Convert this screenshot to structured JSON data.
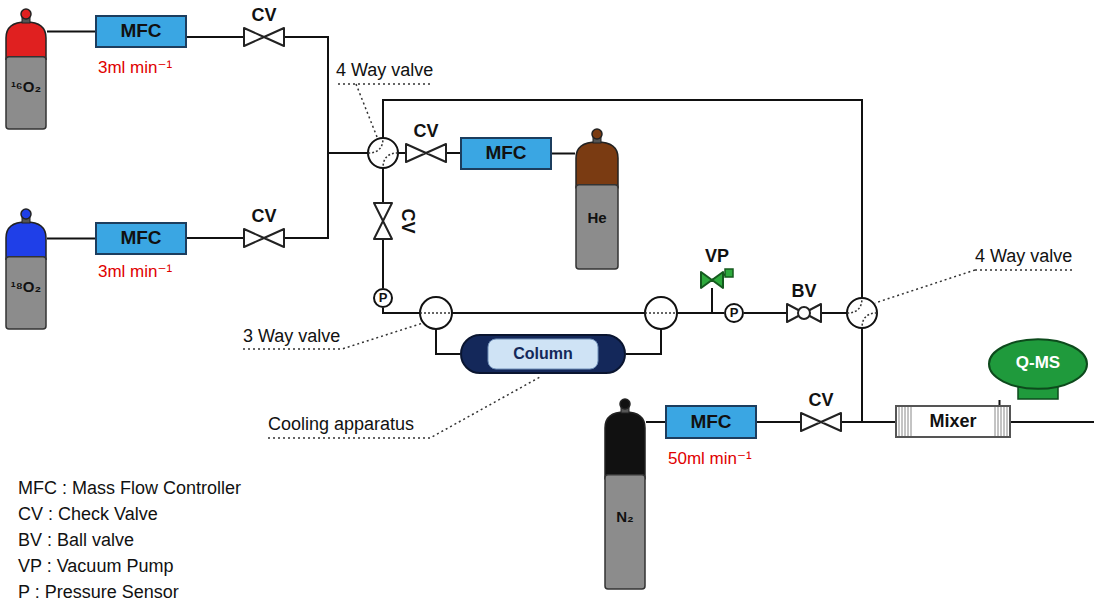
{
  "diagram": {
    "nodes": [
      {
        "text": [
          "¹⁶O₂"
        ]
      },
      {
        "text": [
          "MFC"
        ]
      },
      {
        "text": [
          "CV"
        ]
      },
      {
        "text": [
          "¹⁸O₂"
        ]
      },
      {
        "text": [
          "MFC"
        ]
      },
      {
        "text": [
          "CV"
        ]
      },
      {
        "text": [
          "CV"
        ]
      },
      {
        "text": [
          "MFC"
        ]
      },
      {
        "text": [
          "He"
        ]
      },
      {
        "text": [
          "CV"
        ]
      },
      {
        "text": [
          "VP"
        ]
      },
      {
        "text": [
          "P"
        ]
      },
      {
        "text": [
          "Column"
        ]
      },
      {
        "text": [
          "P"
        ]
      },
      {
        "text": [
          "BV"
        ]
      },
      {
        "text": [
          "N₂"
        ]
      },
      {
        "text": [
          "MFC"
        ]
      },
      {
        "text": [
          "CV"
        ]
      },
      {
        "text": [
          "Mixer"
        ]
      },
      {
        "text": [
          "Q-MS"
        ]
      }
    ],
    "edges": [
      {
        "from": 0,
        "to": 1,
        "arrow": "none"
      },
      {
        "from": 1,
        "to": 2,
        "arrow": "none"
      },
      {
        "from": 3,
        "to": 4,
        "arrow": "none"
      },
      {
        "from": 4,
        "to": 5,
        "arrow": "none"
      },
      {
        "from": 8,
        "to": 7,
        "arrow": "none"
      },
      {
        "from": 7,
        "to": 6,
        "arrow": "none"
      },
      {
        "from": 9,
        "to": 11,
        "arrow": "none"
      },
      {
        "from": 13,
        "to": 14,
        "arrow": "none"
      },
      {
        "from": 15,
        "to": 16,
        "arrow": "none"
      },
      {
        "from": 16,
        "to": 17,
        "arrow": "none"
      },
      {
        "from": 17,
        "to": 18,
        "arrow": "none"
      },
      {
        "from": 18,
        "to": 19,
        "arrow": "none"
      }
    ],
    "labels": [
      "3ml min⁻¹",
      "4 Way valve",
      "3ml min⁻¹",
      "4 Way valve",
      "3 Way valve",
      "Cooling apparatus",
      "50ml min⁻¹",
      "MFC : Mass Flow Controller",
      "CV : Check Valve",
      "BV : Ball valve",
      "VP : Vacuum Pump",
      "P : Pressure Sensor"
    ]
  }
}
